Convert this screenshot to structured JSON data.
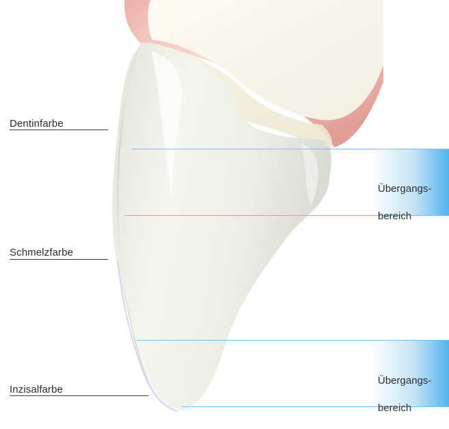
{
  "labels": {
    "dentin": "Dentinfarbe",
    "enamel": "Schmelzfarbe",
    "incisal": "Inzisalfarbe"
  },
  "transition_zones": [
    {
      "line1": "Übergangs-",
      "line2": "bereich"
    },
    {
      "line1": "Übergangs-",
      "line2": "bereich"
    }
  ],
  "colors": {
    "guide_line": "#6cc4f0",
    "zone_gradient_end": "#4fb4ec",
    "label_text": "#2b2b2b",
    "tooth_body": "#eef0e8",
    "gum": "#e4a7a1"
  }
}
